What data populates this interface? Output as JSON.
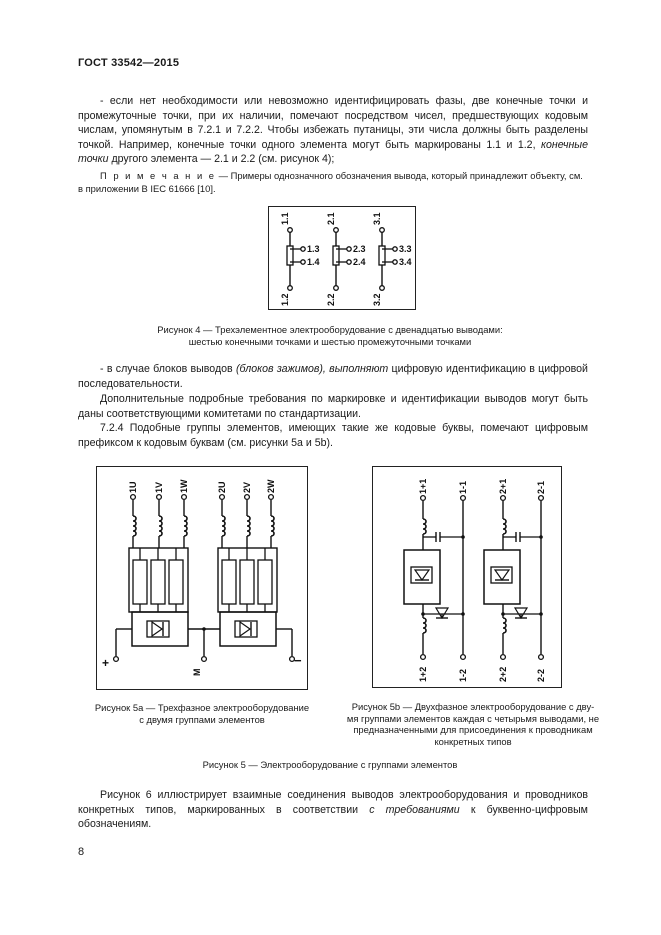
{
  "header": {
    "doc_id": "ГОСТ 33542—2015"
  },
  "para1": {
    "part1": "- если нет необходимости или невозможно идентифицировать фазы, две конечные точки и промежуточные точки, при их наличии, помечают посредством чисел, предшествующих кодовым числам, упомянутым в 7.2.1 и 7.2.2. Чтобы избежать путаницы, эти числа должны быть разделены точкой. Например, конечные точки одного элемента могут быть маркированы 1.1 и 1.2,",
    "italic": "конечные точки",
    "part2": "другого элемента — 2.1 и 2.2 (см. рисунок 4);"
  },
  "note": {
    "label": "П р и м е ч а н и е",
    "text": "— Примеры однозначного обозначения вывода, который принадлежит объекту, см. в приложении B IEC 61666 [10]."
  },
  "fig4": {
    "term_labels": [
      "1.1",
      "1.2",
      "2.1",
      "2.2",
      "3.1",
      "3.2"
    ],
    "tap_labels": [
      "1.3",
      "1.4",
      "2.3",
      "2.4",
      "3.3",
      "3.4"
    ],
    "caption_line1": "Рисунок 4 — Трехэлементное электрооборудование с двенадцатью выводами:",
    "caption_line2": "шестью конечными точками и шестью промежуточными точками"
  },
  "para2": {
    "part1": "- в случае блоков выводов",
    "italic1": "(блоков зажимов), выполняют",
    "part2": "цифровую идентификацию в цифровой последовательности."
  },
  "para3": {
    "text": "Дополнительные подробные требования по маркировке и идентификации выводов могут быть даны соответствующими комитетами по стандартизации."
  },
  "para4": {
    "text": "7.2.4 Подобные группы элементов, имеющих такие же кодовые буквы, помечают цифровым префиксом к кодовым буквам (см. рисунки 5a и 5b)."
  },
  "fig5a": {
    "labels": [
      "1U",
      "1V",
      "1W",
      "2U",
      "2V",
      "2W"
    ],
    "plus": "+",
    "minus": "−",
    "m_label": "M",
    "caption_line1": "Рисунок  5a — Трехфазное электрооборудование",
    "caption_line2": "с двумя группами элементов"
  },
  "fig5b": {
    "top_labels": [
      "1+1",
      "1-1",
      "2+1",
      "2-1"
    ],
    "bottom_labels": [
      "1+2",
      "1-2",
      "2+2",
      "2-2"
    ],
    "caption_line1": "Рисунок  5b — Двухфазное электрооборудование с дву-",
    "caption_line2": "мя группами элементов каждая с четырьмя выводами, не",
    "caption_line3": "предназначенными  для  присоединения  к  проводникам",
    "caption_line4": "конкретных типов"
  },
  "fig5": {
    "caption": "Рисунок 5 — Электрооборудование с группами элементов"
  },
  "para5": {
    "part1": "Рисунок 6 иллюстрирует взаимные соединения выводов электрооборудования и проводников конкретных типов, маркированных в соответствии",
    "italic": "с требованиями",
    "part2": "к буквенно-цифровым обозначениям."
  },
  "page_number": "8"
}
